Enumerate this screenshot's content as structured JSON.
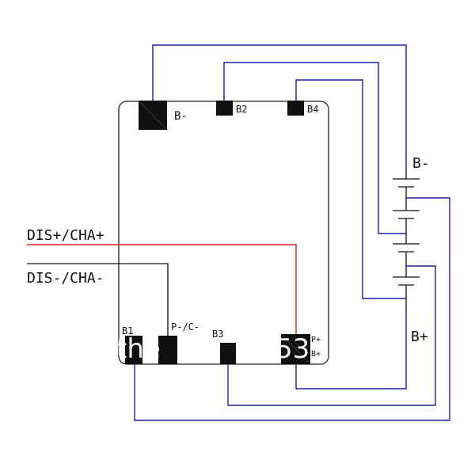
{
  "colors": {
    "board": "#222222",
    "wire_blue": "#1a1aa8",
    "wire_red": "#e01e1e",
    "wire_black": "#111111",
    "pad": "#111111"
  },
  "board": {
    "pads": {
      "b_minus": "B-",
      "b2": "B2",
      "b4": "B4",
      "b1": "B1",
      "p_c_minus": "P-/C-",
      "b3": "B3",
      "p_plus_top": "P+",
      "p_plus_bottom": "B+"
    }
  },
  "wires": {
    "dis_plus": "DIS+/CHA+",
    "dis_minus": "DIS-/CHA-"
  },
  "battery": {
    "top_label": "B-",
    "bottom_label": "B+"
  },
  "watermark": {
    "left": "the",
    "right": "53"
  }
}
